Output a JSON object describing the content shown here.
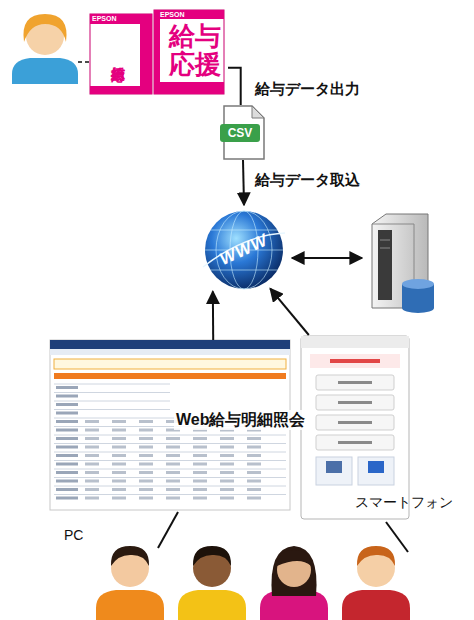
{
  "diagram": {
    "nodes": [
      {
        "text": [
          "給与応援",
          "給与応援"
        ]
      },
      {
        "text": [
          "CSV"
        ]
      },
      {
        "text": [
          "WWW"
        ]
      },
      {
        "text": [
          "PC"
        ]
      },
      {
        "text": [
          "スマートフォン"
        ]
      }
    ],
    "edges": [
      {
        "from": 0,
        "to": 1,
        "arrow": "none",
        "label": "給与データ出力"
      },
      {
        "from": 1,
        "to": 2,
        "arrow": "to",
        "label": "給与データ取込"
      },
      {
        "from": 3,
        "to": 2,
        "arrow": "to"
      },
      {
        "from": 4,
        "to": 2,
        "arrow": "to"
      }
    ],
    "labels": [
      "EPSON",
      "EPSON",
      "Web給与明細照会"
    ]
  }
}
